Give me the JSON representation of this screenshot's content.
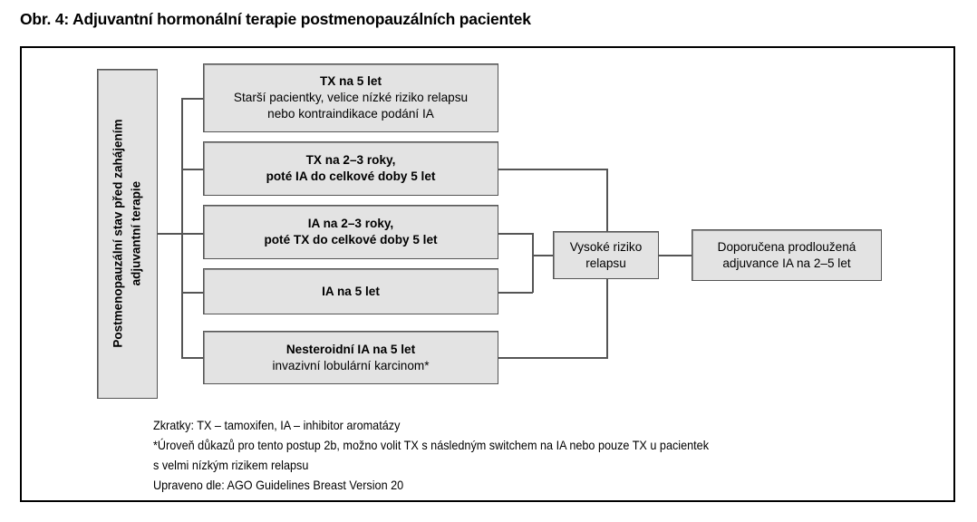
{
  "figure": {
    "title": "Obr. 4: Adjuvantní hormonální terapie postmenopauzálních pacientek"
  },
  "colors": {
    "box_fill": "#e3e3e3",
    "box_border": "#555555",
    "frame_border": "#000000",
    "text": "#000000",
    "page_background": "#ffffff"
  },
  "diagram": {
    "source_node": {
      "line1": "Postmenopauzální stav před zahájením",
      "line2": "adjuvantní terapie"
    },
    "options": [
      {
        "id": "opt-1",
        "line1": "TX na 5 let",
        "line2": "Starší pacientky, velice nízké riziko relapsu",
        "line3": "nebo kontraindikace podání IA"
      },
      {
        "id": "opt-2",
        "line1": "TX na 2–3 roky,",
        "line2": "poté IA do celkové doby 5 let"
      },
      {
        "id": "opt-3",
        "line1": "IA na 2–3 roky,",
        "line2": "poté TX do celkové doby 5 let"
      },
      {
        "id": "opt-4",
        "line1": "IA na 5 let"
      },
      {
        "id": "opt-5",
        "line1": "Nesteroidní IA na 5 let",
        "line2": "invazivní lobulární karcinom*"
      }
    ],
    "risk_node": {
      "line1": "Vysoké riziko",
      "line2": "relapsu"
    },
    "recommendation_node": {
      "line1": "Doporučena prodloužená",
      "line2": "adjuvance IA na 2–5 let"
    }
  },
  "footnote": {
    "line1": "Zkratky: TX – tamoxifen, IA – inhibitor aromatázy",
    "line2": "*Úroveň důkazů pro tento postup 2b, možno volit TX s následným switchem na IA nebo pouze TX u pacientek",
    "line3": "s velmi nízkým rizikem relapsu",
    "line4": "Upraveno dle: AGO Guidelines Breast Version 20"
  }
}
